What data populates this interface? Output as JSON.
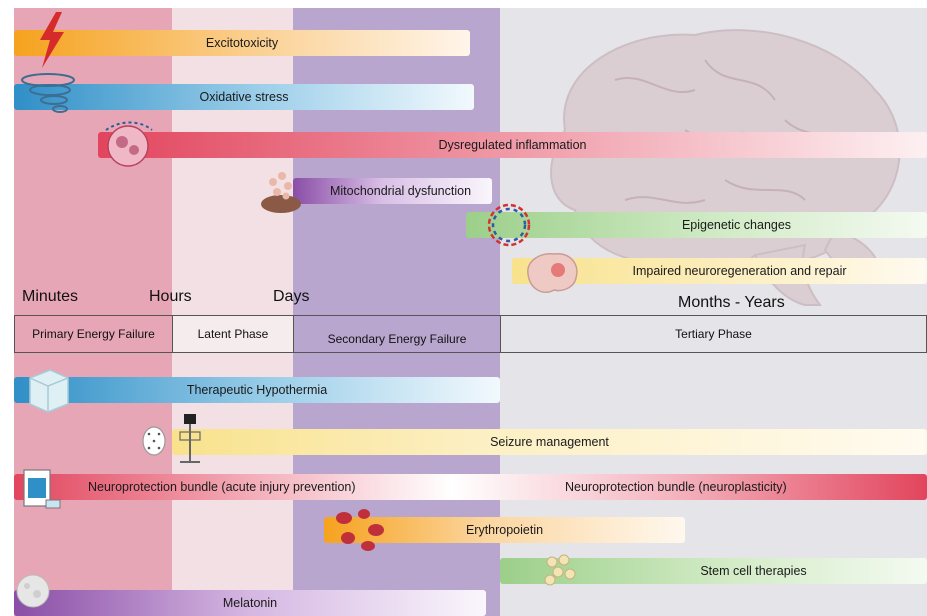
{
  "colors": {
    "minutes_bg": "#e5a3b4",
    "hours_bg": "#f0dde1",
    "days_bg": "#b6a3cd",
    "months_bg": "#e3e3e8",
    "orange": "#f6a21e",
    "blue": "#2f8fc7",
    "red": "#e2455d",
    "purple": "#8a4ea6",
    "green": "#9ccf8a",
    "yellow": "#f8e28c"
  },
  "time_labels": {
    "minutes": "Minutes",
    "hours": "Hours",
    "days": "Days",
    "months_years": "Months - Years"
  },
  "phases": {
    "primary": "Primary Energy Failure",
    "latent": "Latent Phase",
    "secondary": "Secondary Energy Failure",
    "tertiary": "Tertiary Phase"
  },
  "mechanisms": {
    "excitotoxicity": "Excitotoxicity",
    "oxidative_stress": "Oxidative stress",
    "dysregulated_inflammation": "Dysregulated inflammation",
    "mitochondrial_dysfunction": "Mitochondrial dysfunction",
    "epigenetic_changes": "Epigenetic changes",
    "impaired_neuroregeneration": "Impaired neuroregeneration and repair"
  },
  "therapies": {
    "hypothermia": "Therapeutic Hypothermia",
    "seizure": "Seizure management",
    "neuroprotection_acute": "Neuroprotection bundle (acute injury prevention)",
    "neuroprotection_plasticity": "Neuroprotection bundle (neuroplasticity)",
    "erythropoietin": "Erythropoietin",
    "stem_cell": "Stem cell therapies",
    "melatonin": "Melatonin"
  }
}
